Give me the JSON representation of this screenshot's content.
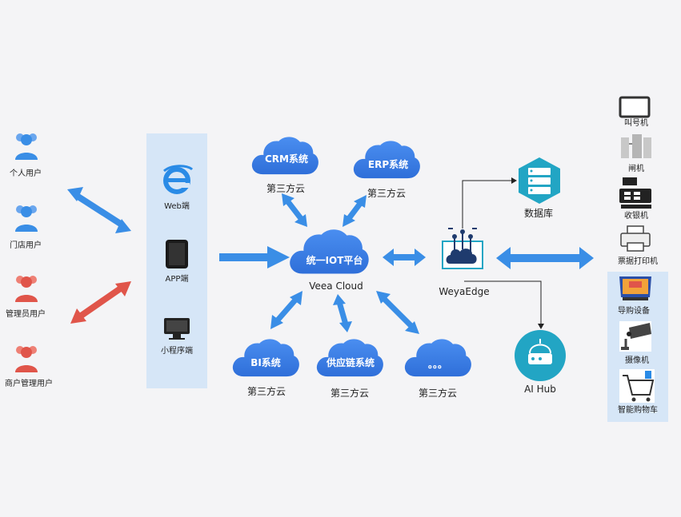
{
  "users": [
    {
      "label": "个人用户",
      "color": "#3a8ee6"
    },
    {
      "label": "门店用户",
      "color": "#3a8ee6"
    },
    {
      "label": "管理员用户",
      "color": "#e0554a"
    },
    {
      "label": "商户管理用户",
      "color": "#e0554a"
    }
  ],
  "clients": [
    {
      "label": "Web端",
      "icon": "ie-browser-icon"
    },
    {
      "label": "APP端",
      "icon": "phone-icon"
    },
    {
      "label": "小程序端",
      "icon": "monitor-icon"
    }
  ],
  "center": {
    "title": "统一IOT平台",
    "name": "Veea Cloud"
  },
  "top_clouds": [
    {
      "title": "CRM系统",
      "caption": "第三方云"
    },
    {
      "title": "ERP系统",
      "caption": "第三方云"
    }
  ],
  "bottom_clouds": [
    {
      "title": "BI系统",
      "caption": "第三方云"
    },
    {
      "title": "供应链系统",
      "caption": "第三方云"
    },
    {
      "title": "。。。",
      "caption": "第三方云"
    }
  ],
  "edge": {
    "label": "WeyaEdge"
  },
  "database": {
    "label": "数据库"
  },
  "ai_hub": {
    "label": "AI Hub"
  },
  "devices_top": [
    {
      "label": "叫号机",
      "icon": "monitor-icon"
    },
    {
      "label": "闸机",
      "icon": "gate-icon"
    },
    {
      "label": "收银机",
      "icon": "cash-register-icon"
    },
    {
      "label": "票据打印机",
      "icon": "printer-icon"
    }
  ],
  "devices_bottom": [
    {
      "label": "导购设备",
      "icon": "kiosk-icon"
    },
    {
      "label": "摄像机",
      "icon": "camera-icon"
    },
    {
      "label": "智能购物车",
      "icon": "cart-icon"
    }
  ],
  "colors": {
    "blue": "#3a8ee6",
    "red": "#e0554a",
    "cloud": "#3b7ee8",
    "panel": "#d6e6f7",
    "teal": "#22a5c4",
    "navy": "#1f3b6e"
  }
}
